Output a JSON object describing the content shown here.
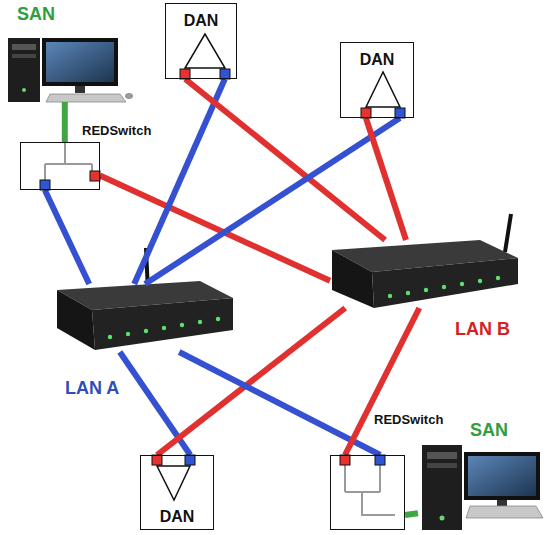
{
  "diagram": {
    "nodes": [
      {
        "text": [
          "SAN"
        ]
      },
      {
        "text": [
          "DAN"
        ]
      },
      {
        "text": [
          "DAN"
        ]
      },
      {
        "text": [
          "REDSwitch"
        ]
      },
      {
        "text": [
          "LAN B"
        ]
      },
      {
        "text": [
          "LAN A"
        ]
      },
      {
        "text": [
          "SAN"
        ]
      },
      {
        "text": [
          "REDSwitch"
        ]
      },
      {
        "text": [
          "DAN"
        ]
      }
    ],
    "edges": [
      {
        "from": 0,
        "to": 3,
        "arrow": "none"
      },
      {
        "from": 3,
        "to": 5,
        "arrow": "none"
      },
      {
        "from": 3,
        "to": 4,
        "arrow": "none"
      },
      {
        "from": 1,
        "to": 5,
        "arrow": "none"
      },
      {
        "from": 1,
        "to": 4,
        "arrow": "none"
      },
      {
        "from": 2,
        "to": 5,
        "arrow": "none"
      },
      {
        "from": 2,
        "to": 4,
        "arrow": "none"
      },
      {
        "from": 5,
        "to": 8,
        "arrow": "none"
      },
      {
        "from": 4,
        "to": 8,
        "arrow": "none"
      },
      {
        "from": 5,
        "to": 7,
        "arrow": "none"
      },
      {
        "from": 4,
        "to": 7,
        "arrow": "none"
      },
      {
        "from": 7,
        "to": 6,
        "arrow": "none"
      }
    ]
  }
}
